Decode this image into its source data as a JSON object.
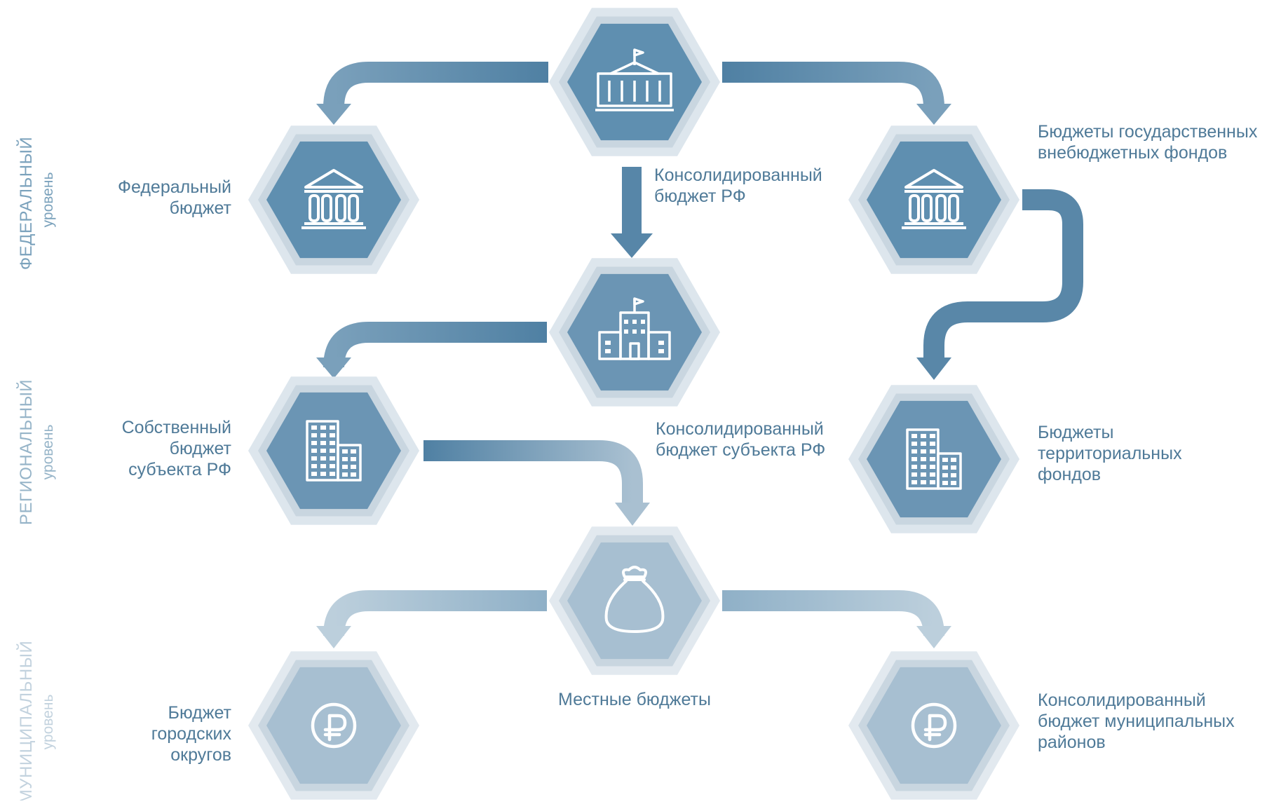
{
  "colors": {
    "federal": "#5f8fb0",
    "regional": "#6b95b4",
    "municipal": "#a7bfd1",
    "label": "#4f7a98",
    "arrow_dark": "#5987a8",
    "arrow_light": "#9fb9cc"
  },
  "levels": [
    {
      "key": "federal",
      "title": "ФЕДЕРАЛЬНЫЙ",
      "subtitle": "уровень"
    },
    {
      "key": "regional",
      "title": "РЕГИОНАЛЬНЫЙ",
      "subtitle": "уровень"
    },
    {
      "key": "municipal",
      "title": "МУНИЦИПАЛЬНЫЙ",
      "subtitle": "уровень"
    }
  ],
  "nodes": [
    {
      "key": "consolidated_rf",
      "icon": "government-flag-building-icon",
      "label": [
        "Консолидированный",
        "бюджет РФ"
      ]
    },
    {
      "key": "federal",
      "icon": "columns-bank-icon",
      "label": [
        "Федеральный",
        "бюджет"
      ]
    },
    {
      "key": "state_funds",
      "icon": "columns-bank-icon",
      "label": [
        "Бюджеты государственных",
        "внебюджетных фондов"
      ]
    },
    {
      "key": "consolidated_subject",
      "icon": "regional-government-building-icon",
      "label": [
        "Консолидированный",
        "бюджет субъекта РФ"
      ]
    },
    {
      "key": "own_subject",
      "icon": "office-buildings-icon",
      "label": [
        "Собственный",
        "бюджет",
        "субъекта РФ"
      ]
    },
    {
      "key": "territorial_funds",
      "icon": "office-buildings-icon",
      "label": [
        "Бюджеты",
        "территориальных",
        "фондов"
      ]
    },
    {
      "key": "local",
      "icon": "money-bag-icon",
      "label": [
        "Местные бюджеты"
      ]
    },
    {
      "key": "city_districts",
      "icon": "ruble-coin-icon",
      "label": [
        "Бюджет",
        "городских",
        "округов"
      ]
    },
    {
      "key": "municipal_districts",
      "icon": "ruble-coin-icon",
      "label": [
        "Консолидированный",
        "бюджет муниципальных",
        "районов"
      ]
    }
  ],
  "edges": [
    {
      "from": "consolidated_rf",
      "to": "federal"
    },
    {
      "from": "consolidated_rf",
      "to": "state_funds"
    },
    {
      "from": "consolidated_rf",
      "to": "consolidated_subject"
    },
    {
      "from": "state_funds",
      "to": "territorial_funds"
    },
    {
      "from": "consolidated_subject",
      "to": "own_subject"
    },
    {
      "from": "own_subject",
      "to": "local"
    },
    {
      "from": "local",
      "to": "city_districts"
    },
    {
      "from": "local",
      "to": "municipal_districts"
    }
  ]
}
